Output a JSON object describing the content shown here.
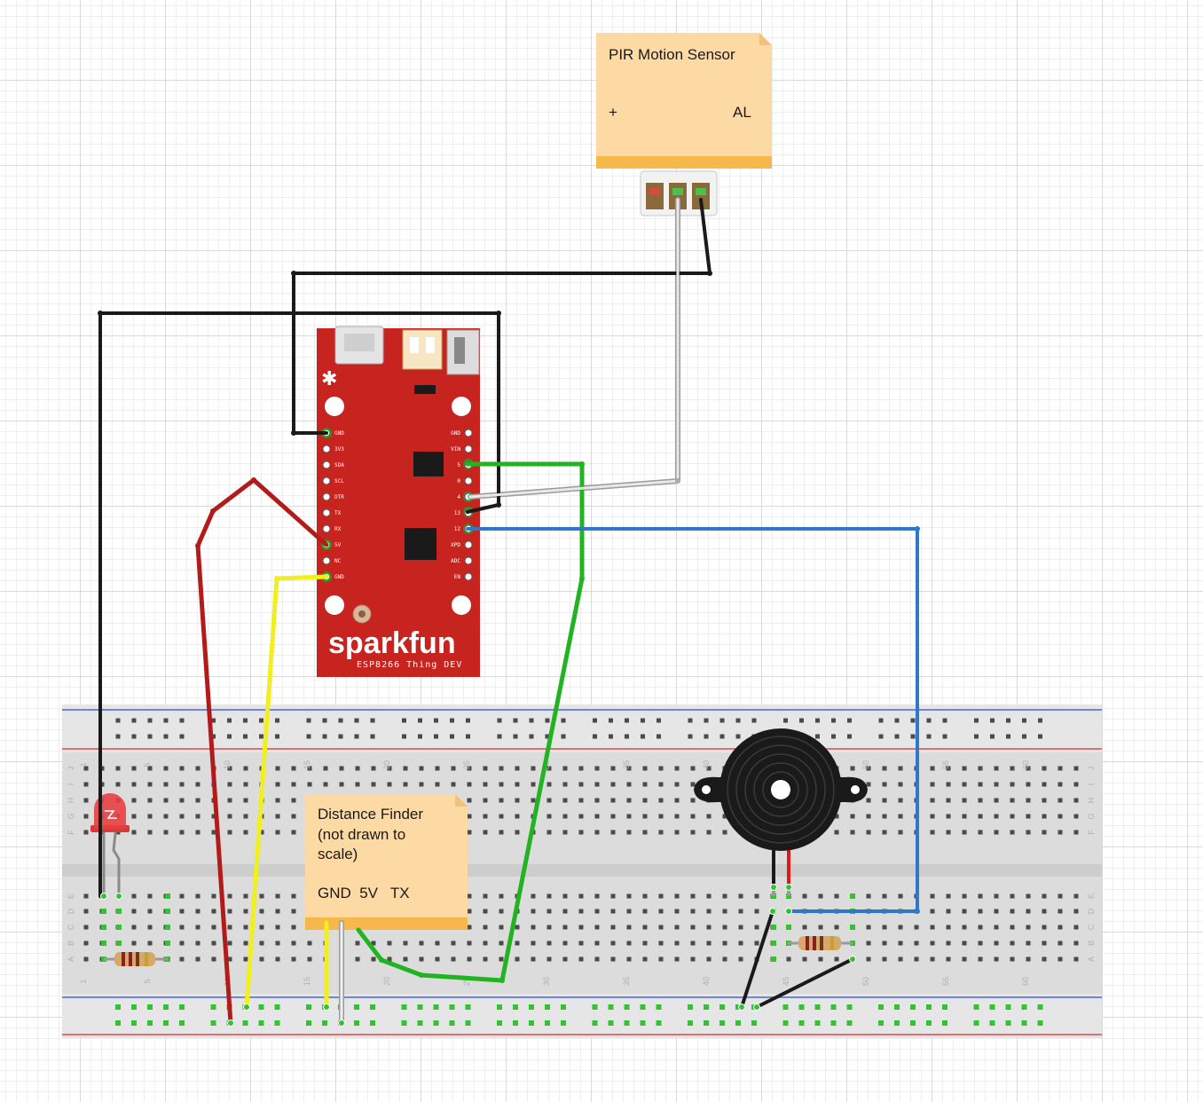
{
  "notes": {
    "pir": {
      "title": "PIR Motion Sensor",
      "plus_label": "+",
      "al_label": "AL"
    },
    "distance": {
      "line1": "Distance Finder",
      "line2": "(not drawn to",
      "line3": "scale)",
      "pins": "GND  5V   TX"
    }
  },
  "board": {
    "brand": "sparkfun",
    "model": "ESP8266 Thing DEV",
    "left_pins": [
      "GND",
      "3V3",
      "SDA",
      "SCL",
      "DTR",
      "TX",
      "RX",
      "5V",
      "NC",
      "GND"
    ],
    "right_pins": [
      "GND",
      "VIN",
      "5",
      "0",
      "4",
      "13",
      "12",
      "XPD",
      "ADC",
      "EN"
    ]
  },
  "breadboard": {
    "column_numbers": [
      "1",
      "5",
      "10",
      "15",
      "20",
      "25",
      "30",
      "35",
      "40",
      "45",
      "50",
      "55",
      "60"
    ],
    "row_letters_top": [
      "J",
      "I",
      "H",
      "G",
      "F"
    ],
    "row_letters_bottom": [
      "E",
      "D",
      "C",
      "B",
      "A"
    ]
  },
  "components": [
    "led-red",
    "resistor",
    "resistor",
    "piezo-buzzer"
  ],
  "colors": {
    "wire_black": "#1a1a1a",
    "wire_red": "#b31b1b",
    "wire_yellow": "#f2ef1e",
    "wire_green": "#22b322",
    "wire_blue": "#2f78c8",
    "wire_white": "#e0e0e0",
    "board_red": "#c8241f",
    "note_fill": "#fdd9a4"
  }
}
